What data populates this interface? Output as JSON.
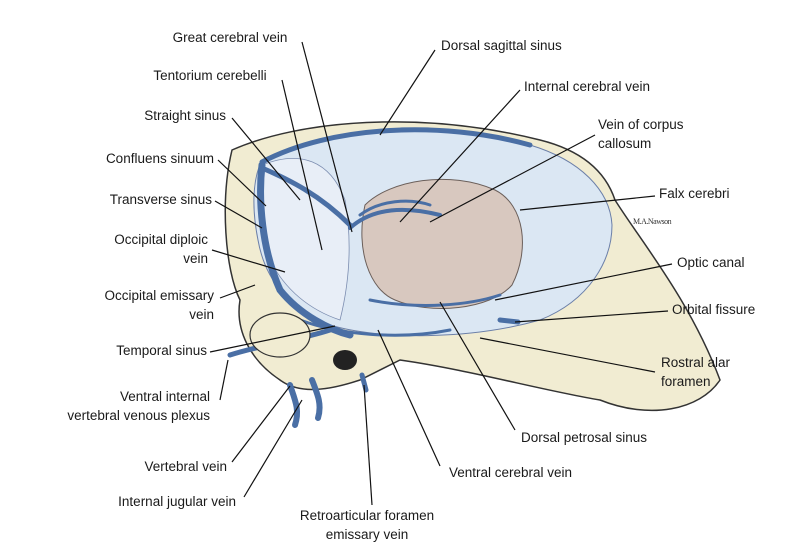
{
  "figure": {
    "signature": "M.A.Nawson",
    "colors": {
      "vein": "#4a6fa5",
      "falx": "#dbe7f3",
      "brain": "#d8c8bf",
      "bone": "#f1ecd2",
      "line": "#111111"
    },
    "labels": {
      "great_cerebral_vein": "Great cerebral vein",
      "tentorium_cerebelli": "Tentorium cerebelli",
      "straight_sinus": "Straight sinus",
      "confluens_sinuum": "Confluens sinuum",
      "transverse_sinus": "Transverse sinus",
      "occipital_diploic_vein": [
        "Occipital diploic",
        "vein"
      ],
      "occipital_emissary_vein": [
        "Occipital emissary",
        "vein"
      ],
      "temporal_sinus": "Temporal sinus",
      "ventral_internal_vertebral_venous_plexus": [
        "Ventral internal",
        "vertebral venous plexus"
      ],
      "vertebral_vein": "Vertebral vein",
      "internal_jugular_vein": "Internal jugular vein",
      "retroarticular_foramen_emissary_vein": [
        "Retroarticular foramen",
        "emissary vein"
      ],
      "ventral_cerebral_vein": "Ventral cerebral vein",
      "dorsal_petrosal_sinus": "Dorsal petrosal sinus",
      "rostral_alar_foramen": [
        "Rostral alar",
        "foramen"
      ],
      "orbital_fissure": "Orbital fissure",
      "optic_canal": "Optic canal",
      "falx_cerebri": "Falx cerebri",
      "vein_of_corpus_callosum": [
        "Vein of corpus",
        "callosum"
      ],
      "internal_cerebral_vein": "Internal cerebral vein",
      "dorsal_sagittal_sinus": "Dorsal sagittal sinus"
    }
  }
}
